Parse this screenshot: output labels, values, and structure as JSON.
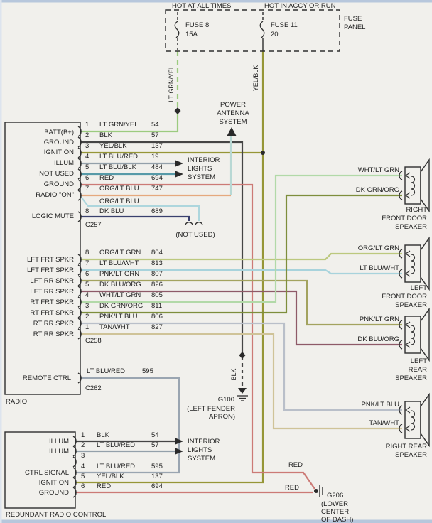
{
  "header": {
    "hot_left": "HOT AT ALL TIMES",
    "hot_right": "HOT IN ACCY OR RUN",
    "fuse_panel_1": "FUSE",
    "fuse_panel_2": "PANEL",
    "fuse8_name": "FUSE 8",
    "fuse8_rating": "15A",
    "fuse11_name": "FUSE 11",
    "fuse11_rating": "20",
    "wire_down_left": "LT GRN/YEL",
    "wire_down_right": "YEL/BLK"
  },
  "power_antenna": [
    "POWER",
    "ANTENNA",
    "SYSTEM"
  ],
  "interior_lights": [
    "INTERIOR",
    "LIGHTS",
    "SYSTEM"
  ],
  "not_used": "(NOT USED)",
  "radio": {
    "label": "RADIO",
    "c257": {
      "id": "C257",
      "left": [
        "BATT(B+)",
        "GROUND",
        "IGNITION",
        "ILLUM",
        "NOT USED",
        "GROUND",
        "RADIO \"ON\"",
        "LOGIC MUTE"
      ],
      "rows": [
        {
          "pin": "1",
          "wire": "LT GRN/YEL",
          "circuit": "54",
          "color": "#9ccb7f"
        },
        {
          "pin": "2",
          "wire": "BLK",
          "circuit": "57",
          "color": "#454545"
        },
        {
          "pin": "3",
          "wire": "YEL/BLK",
          "circuit": "137",
          "color": "#969637"
        },
        {
          "pin": "4",
          "wire": "LT BLU/RED",
          "circuit": "19",
          "color": "#93a0aa"
        },
        {
          "pin": "5",
          "wire": "LT BLU/BLK",
          "circuit": "484",
          "color": "#579aa8"
        },
        {
          "pin": "6",
          "wire": "RED",
          "circuit": "694",
          "color": "#cc7a76"
        },
        {
          "pin": "7",
          "wire": "ORG/LT BLU",
          "circuit": "747",
          "color": "#e5a97e"
        },
        {
          "pin": "",
          "wire": "ORG/LT BLU",
          "circuit": "",
          "color": "#add6dd"
        },
        {
          "pin": "8",
          "wire": "DK BLU",
          "circuit": "689",
          "color": "#39406e"
        }
      ]
    },
    "c258": {
      "id": "C258",
      "left": [
        "LFT FRT SPKR",
        "LFT FRT SPKR",
        "LFT RR SPKR",
        "LFT RR SPKR",
        "RT FRT SPKR",
        "RT FRT SPKR",
        "RT RR SPKR",
        "RT RR SPKR"
      ],
      "rows": [
        {
          "pin": "8",
          "wire": "ORG/LT GRN",
          "circuit": "804",
          "color": "#bcc87e"
        },
        {
          "pin": "7",
          "wire": "LT BLU/WHT",
          "circuit": "813",
          "color": "#a8d3dc"
        },
        {
          "pin": "6",
          "wire": "PNK/LT GRN",
          "circuit": "807",
          "color": "#a3a35f"
        },
        {
          "pin": "5",
          "wire": "DK BLU/ORG",
          "circuit": "826",
          "color": "#8e5a68"
        },
        {
          "pin": "4",
          "wire": "WHT/LT GRN",
          "circuit": "805",
          "color": "#b2d9a8"
        },
        {
          "pin": "3",
          "wire": "DK GRN/ORG",
          "circuit": "811",
          "color": "#7e8e3c"
        },
        {
          "pin": "2",
          "wire": "PNK/LT BLU",
          "circuit": "806",
          "color": "#b9bfc9"
        },
        {
          "pin": "1",
          "wire": "TAN/WHT",
          "circuit": "827",
          "color": "#cfc398"
        }
      ]
    },
    "c262": {
      "id": "C262",
      "left": "REMOTE CTRL",
      "wire": "LT BLU/RED",
      "circuit": "595",
      "color": "#9aa5b1"
    }
  },
  "redundant": {
    "label": "REDUNDANT RADIO CONTROL",
    "left": [
      "ILLUM",
      "ILLUM",
      "CTRL SIGNAL",
      "IGNITION",
      "GROUND"
    ],
    "rows": [
      {
        "pin": "1",
        "wire": "BLK",
        "circuit": "54",
        "color": "#454545"
      },
      {
        "pin": "2",
        "wire": "LT BLU/RED",
        "circuit": "57",
        "color": "#93a0aa"
      },
      {
        "pin": "3",
        "wire": "",
        "circuit": "",
        "color": "none"
      },
      {
        "pin": "4",
        "wire": "LT BLU/RED",
        "circuit": "595",
        "color": "#9aa5b1"
      },
      {
        "pin": "5",
        "wire": "YEL/BLK",
        "circuit": "137",
        "color": "#cbcb7d"
      },
      {
        "pin": "6",
        "wire": "RED",
        "circuit": "694",
        "color": "#cc7a76"
      }
    ]
  },
  "grounds": {
    "g100": {
      "id": "G100",
      "loc1": "(LEFT FENDER",
      "loc2": "APRON)",
      "wire": "BLK"
    },
    "g206": {
      "id": "G206",
      "loc1": "(LOWER",
      "loc2": "CENTER",
      "loc3": "OF DASH)",
      "red1": "RED",
      "red2": "RED"
    }
  },
  "speakers": [
    {
      "lines": [
        "RIGHT",
        "FRONT DOOR",
        "SPEAKER"
      ],
      "top_wire": "WHT/LT GRN",
      "bottom_wire": "DK GRN/ORG"
    },
    {
      "lines": [
        "LEFT",
        "FRONT DOOR",
        "SPEAKER"
      ],
      "top_wire": "ORG/LT GRN",
      "bottom_wire": "LT BLU/WHT"
    },
    {
      "lines": [
        "LEFT",
        "REAR",
        "SPEAKER"
      ],
      "top_wire": "PNK/LT GRN",
      "bottom_wire": "DK BLU/ORG"
    },
    {
      "lines": [
        "RIGHT REAR",
        "SPEAKER"
      ],
      "top_wire": "PNK/LT BLU",
      "bottom_wire": "TAN/WHT"
    }
  ],
  "colors": {
    "antenna_feed": "#b8d8d4",
    "red_main": "#cc7a76",
    "blk_main": "#454545",
    "yel_blk_main": "#969637",
    "grn_yel_main": "#9ccb7f"
  }
}
